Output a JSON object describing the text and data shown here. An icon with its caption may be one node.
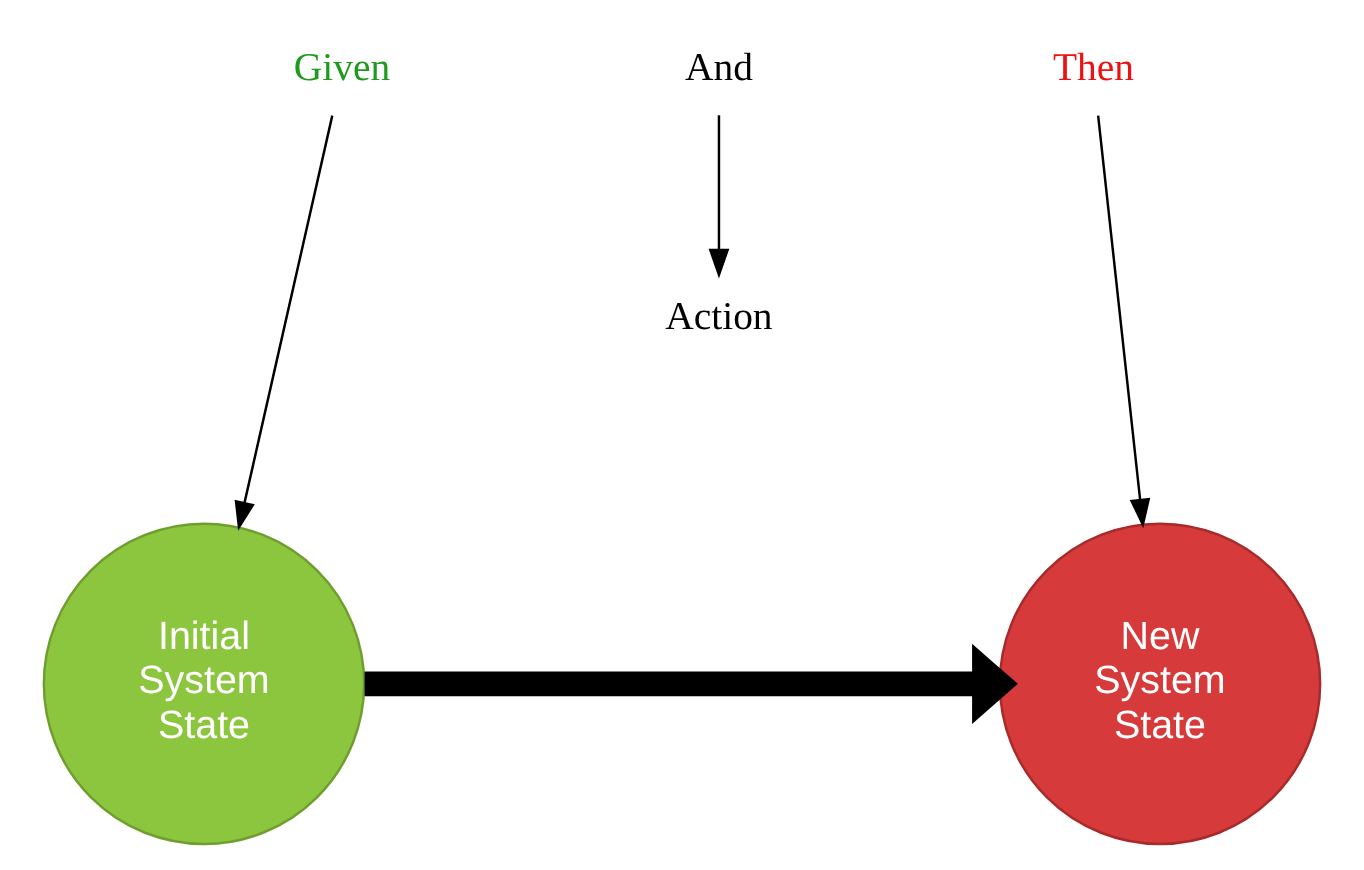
{
  "diagram": {
    "nodes": [
      {
        "text": [
          "Given"
        ]
      },
      {
        "text": [
          "Initial System State"
        ]
      },
      {
        "text": [
          "And"
        ]
      },
      {
        "text": [
          "Action"
        ]
      },
      {
        "text": [
          "Then"
        ]
      },
      {
        "text": [
          "New System State"
        ]
      }
    ],
    "edges": [
      {
        "from": 0,
        "to": 1,
        "arrow": "to"
      },
      {
        "from": 2,
        "to": 3,
        "arrow": "to"
      },
      {
        "from": 4,
        "to": 5,
        "arrow": "to"
      },
      {
        "from": 1,
        "to": 5,
        "arrow": "to",
        "style": "thick"
      }
    ]
  }
}
